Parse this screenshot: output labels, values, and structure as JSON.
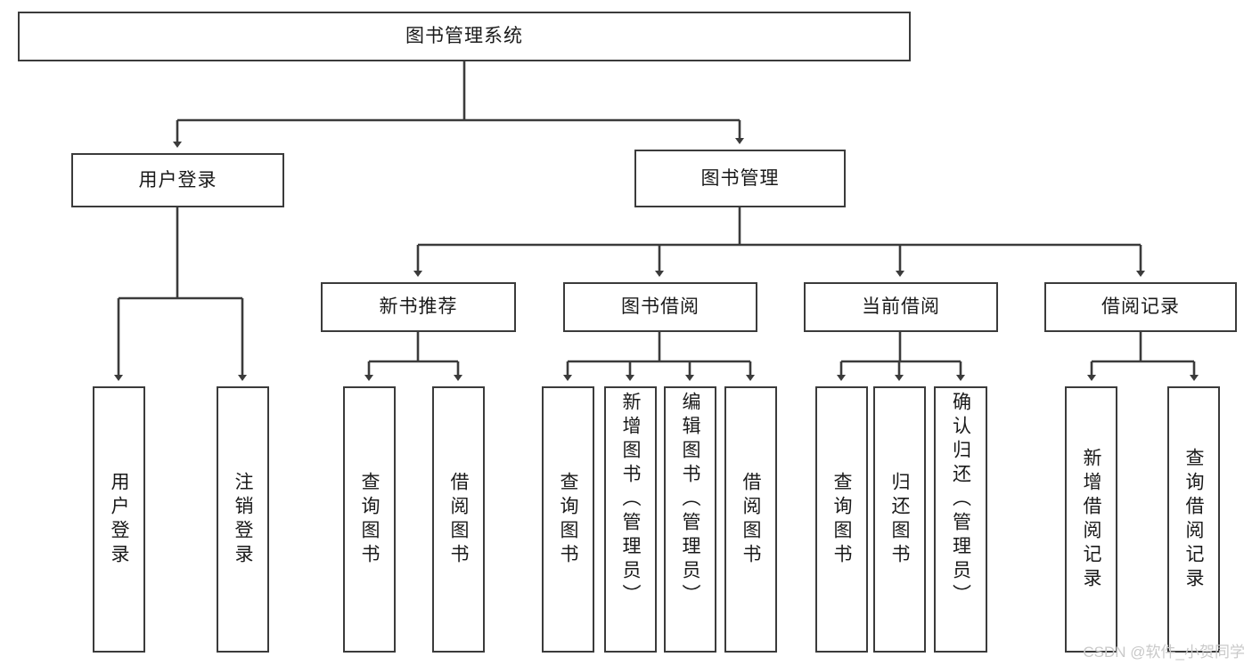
{
  "diagram": {
    "title": "图书管理系统",
    "type": "tree-hierarchy",
    "root": {
      "label": "图书管理系统"
    },
    "level2": [
      {
        "label": "用户登录"
      },
      {
        "label": "图书管理"
      }
    ],
    "level3": [
      {
        "label": "新书推荐"
      },
      {
        "label": "图书借阅"
      },
      {
        "label": "当前借阅"
      },
      {
        "label": "借阅记录"
      }
    ],
    "leaves_user_login": [
      {
        "label": "用户登录"
      },
      {
        "label": "注销登录"
      }
    ],
    "leaves_new_book": [
      {
        "label": "查询图书"
      },
      {
        "label": "借阅图书"
      }
    ],
    "leaves_borrow": [
      {
        "label": "查询图书"
      },
      {
        "label": "新增图书（管理员）"
      },
      {
        "label": "编辑图书（管理员）"
      },
      {
        "label": "借阅图书"
      }
    ],
    "leaves_current": [
      {
        "label": "查询图书"
      },
      {
        "label": "归还图书"
      },
      {
        "label": "确认归还（管理员）"
      }
    ],
    "leaves_records": [
      {
        "label": "新增借阅记录"
      },
      {
        "label": "查询借阅记录"
      }
    ],
    "watermark": "CSDN @软件_小贺同学",
    "colors": {
      "stroke": "#3b3b3b",
      "text": "#1a1a1a",
      "background": "#ffffff",
      "watermark": "#c9c9c9"
    }
  }
}
